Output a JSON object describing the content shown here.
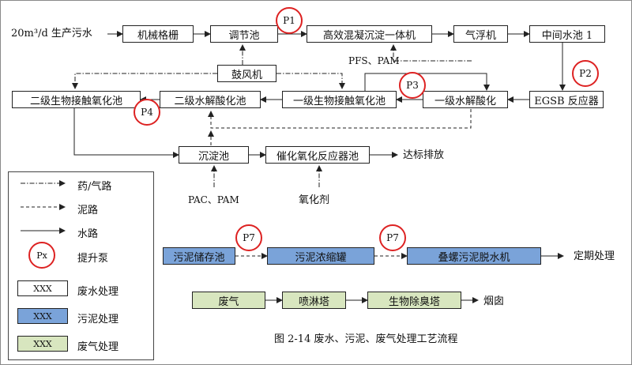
{
  "source_label": "20m³/d 生产污水",
  "boxes": {
    "screen": "机械格栅",
    "regulating": "调节池",
    "coag": "高效混凝沉淀一体机",
    "flotation": "气浮机",
    "intermediate": "中间水池 1",
    "blower": "鼓风机",
    "egsb": "EGSB 反应器",
    "hydro1": "一级水解酸化",
    "contact1": "一级生物接触氧化池",
    "hydro2": "二级水解酸化池",
    "contact2": "二级生物接触氧化池",
    "sediment": "沉淀池",
    "catalytic": "催化氧化反应器池"
  },
  "labels": {
    "pfs_pam": "PFS、PAM",
    "discharge": "达标排放",
    "pac_pam": "PAC、PAM",
    "oxidant": "氧化剂",
    "periodic": "定期处理",
    "chimney": "烟囱"
  },
  "pumps": {
    "p1": "P1",
    "p2": "P2",
    "p3": "P3",
    "p4": "P4",
    "p7a": "P7",
    "p7b": "P7"
  },
  "sludge": {
    "storage": "污泥储存池",
    "thickener": "污泥浓缩罐",
    "dewater": "叠螺污泥脱水机"
  },
  "gas": {
    "waste_gas": "废气",
    "spray": "喷淋塔",
    "bio": "生物除臭塔"
  },
  "legend": {
    "chem_gas": "药/气路",
    "sludge_line": "泥路",
    "water_line": "水路",
    "pump_symbol": "Px",
    "pump_label": "提升泵",
    "sample_text": "XXX",
    "wastewater": "废水处理",
    "sludge_proc": "污泥处理",
    "gas_proc": "废气处理"
  },
  "caption": "图 2-14 废水、污泥、废气处理工艺流程",
  "colors": {
    "sludge_fill": "#7aa3d9",
    "gas_fill": "#d8e6bf",
    "pump_ring": "#dd2222",
    "line": "#222222"
  }
}
